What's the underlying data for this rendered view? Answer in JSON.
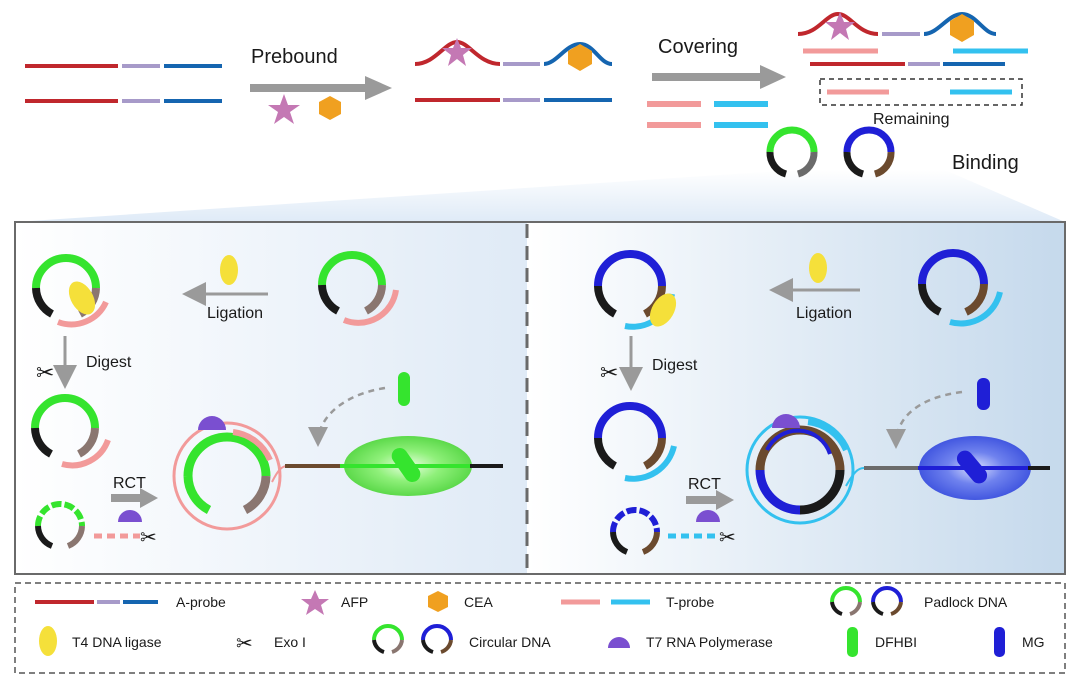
{
  "steps": {
    "prebound": "Prebound",
    "covering": "Covering",
    "remaining": "Remaining",
    "binding": "Binding"
  },
  "left_panel": {
    "ligation": "Ligation",
    "digest": "Digest",
    "rct": "RCT"
  },
  "right_panel": {
    "ligation": "Ligation",
    "digest": "Digest",
    "rct": "RCT"
  },
  "legend": {
    "a_probe": "A-probe",
    "afp": "AFP",
    "cea": "CEA",
    "t_probe": "T-probe",
    "padlock_dna": "Padlock DNA",
    "t4_ligase": "T4 DNA ligase",
    "exo": "Exo I",
    "circular_dna": "Circular DNA",
    "t7_polymerase": "T7 RNA Polymerase",
    "dfhbi": "DFHBI",
    "mg": "MG"
  },
  "colors": {
    "red": "#c0272d",
    "blue": "#1565b0",
    "purple": "#a79ac9",
    "pink": "#f29a9a",
    "cyan": "#33c1ef",
    "green": "#35e42e",
    "navy": "#1f1fd6",
    "black": "#1a1a1a",
    "brown": "#6b4a2e",
    "star": "#c478b4",
    "hex": "#f0a020",
    "ligase": "#f5e03a",
    "poly": "#7a4fd0",
    "gray": "#9a9a9a"
  }
}
